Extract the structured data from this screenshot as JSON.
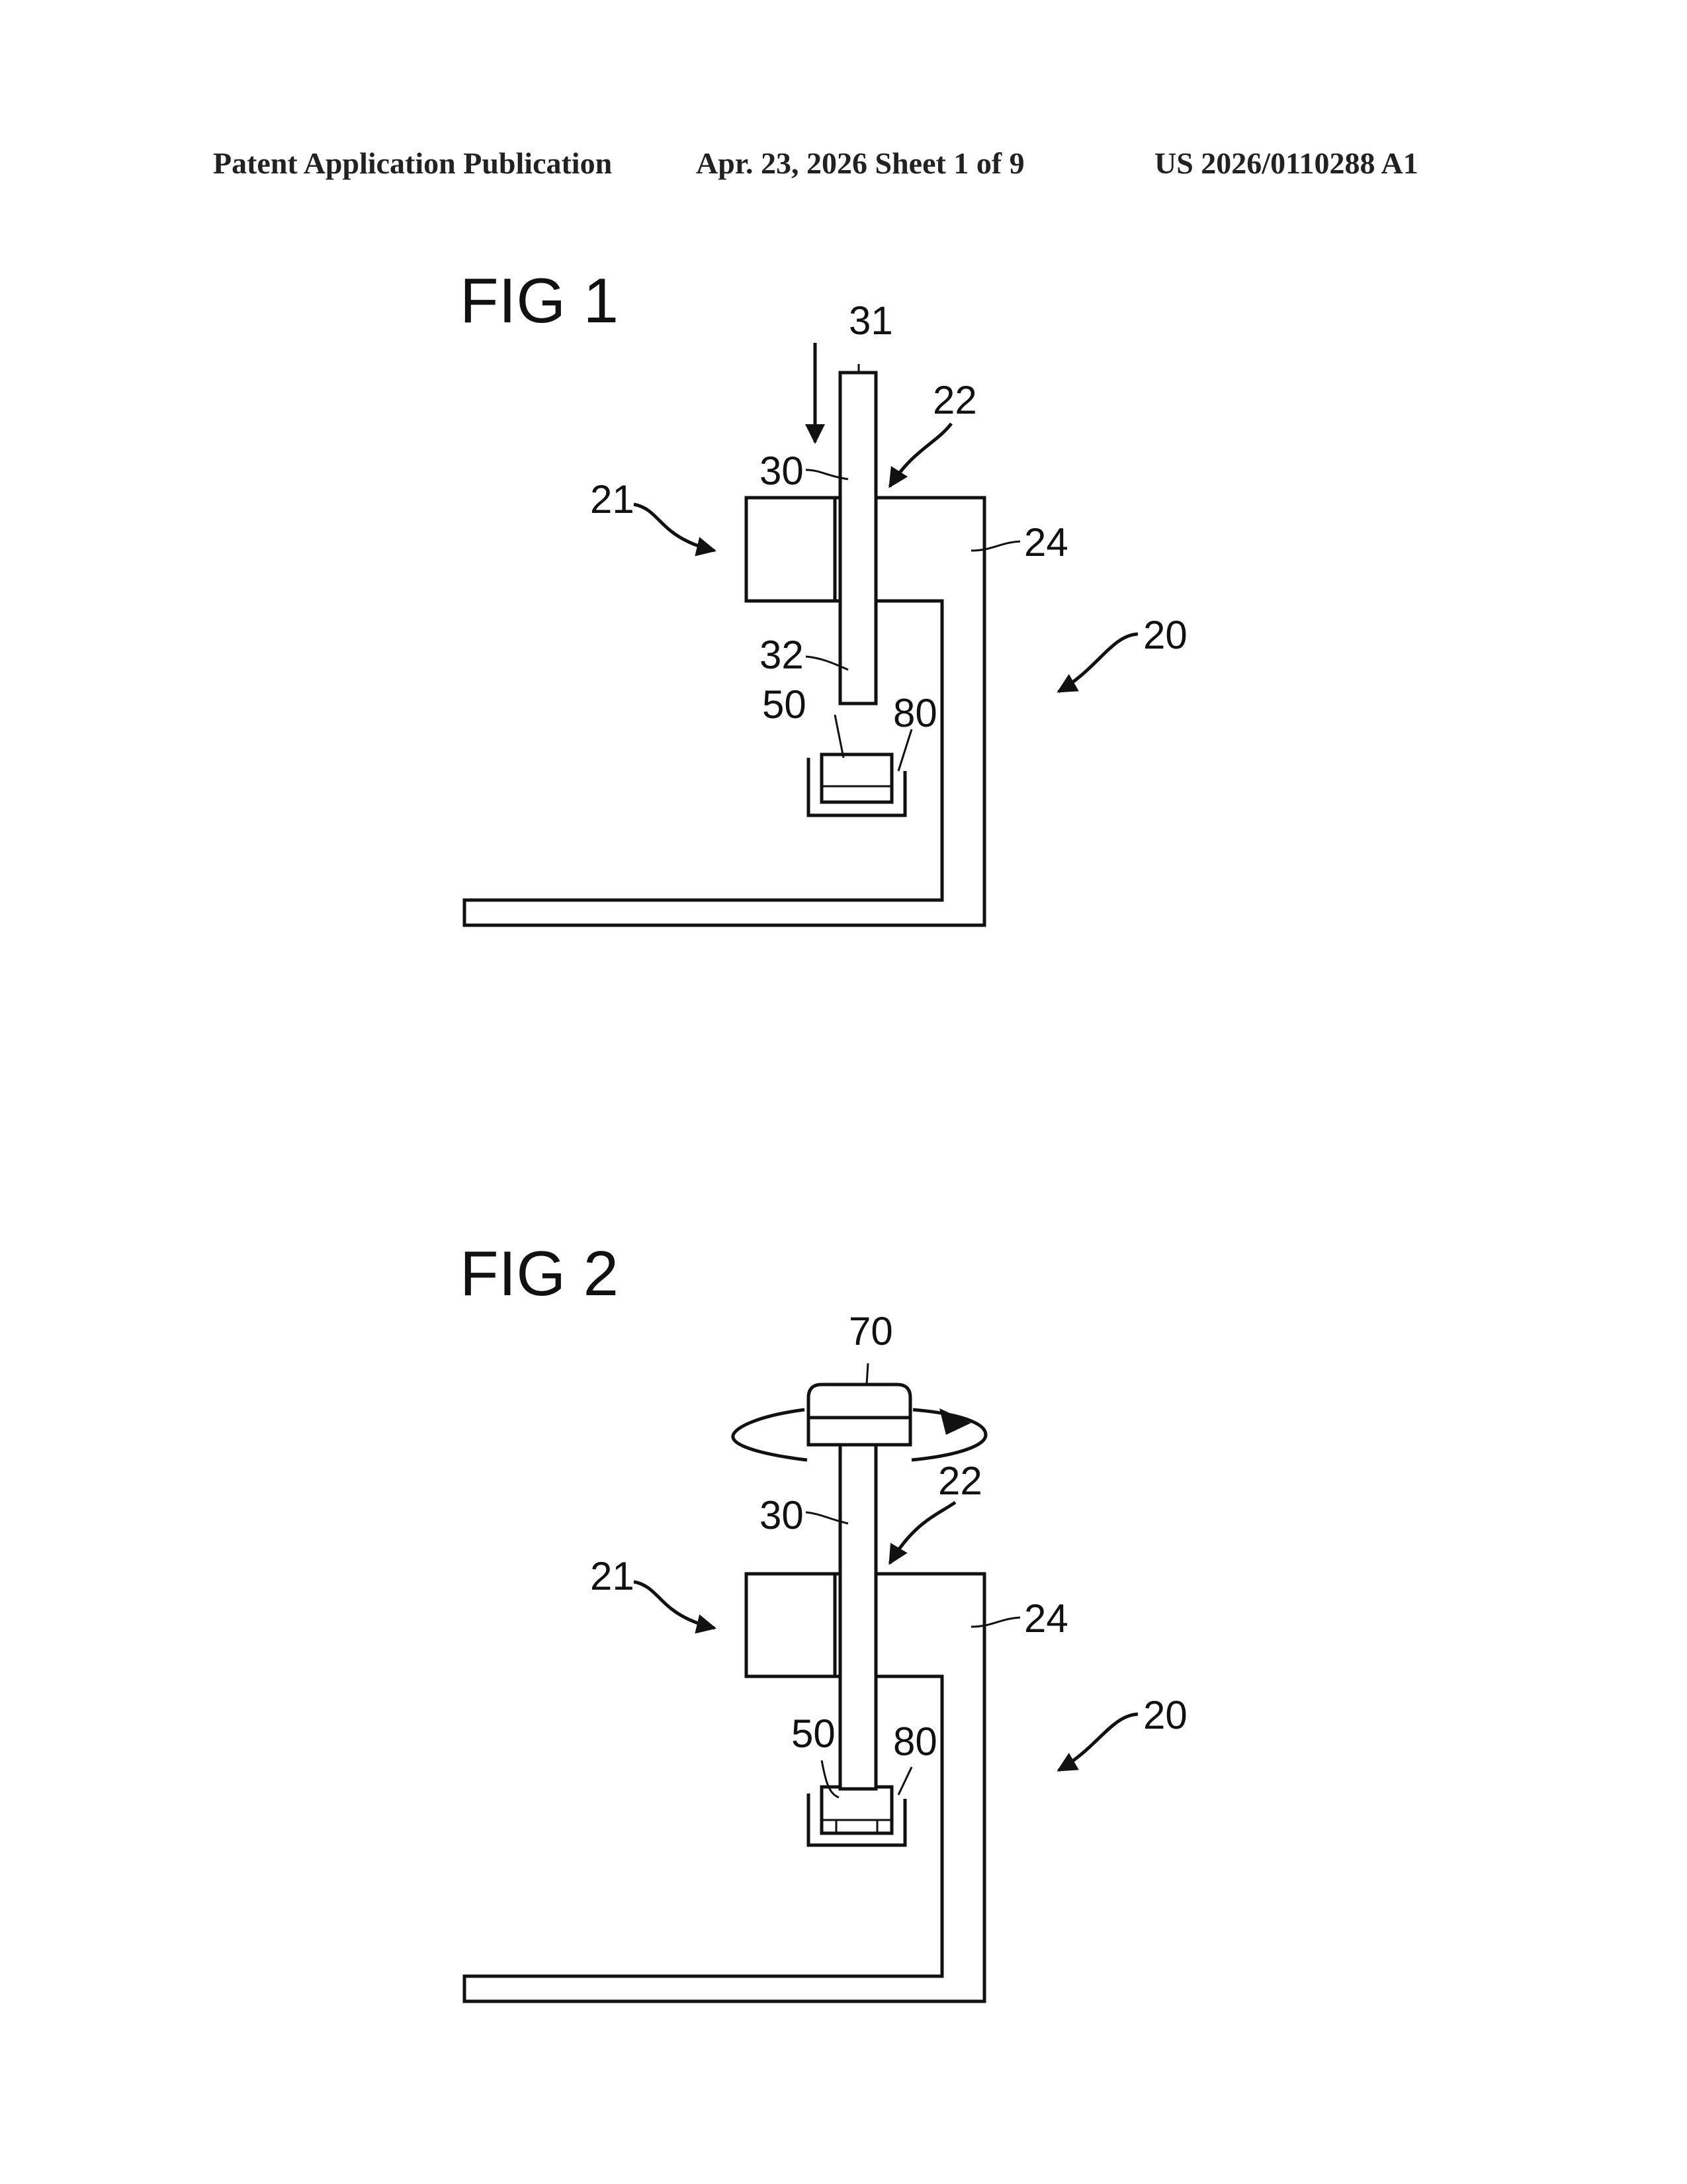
{
  "header": {
    "left": "Patent Application Publication",
    "center": "Apr. 23, 2026  Sheet 1 of 9",
    "right": "US 2026/0110288 A1"
  },
  "figures": [
    {
      "title": "FIG 1",
      "labels": {
        "r31": "31",
        "r22": "22",
        "r30": "30",
        "r21": "21",
        "r24": "24",
        "r20": "20",
        "r32": "32",
        "r50": "50",
        "r80": "80"
      }
    },
    {
      "title": "FIG 2",
      "labels": {
        "r70": "70",
        "r30": "30",
        "r22": "22",
        "r21": "21",
        "r24": "24",
        "r20": "20",
        "r50": "50",
        "r80": "80"
      }
    }
  ]
}
